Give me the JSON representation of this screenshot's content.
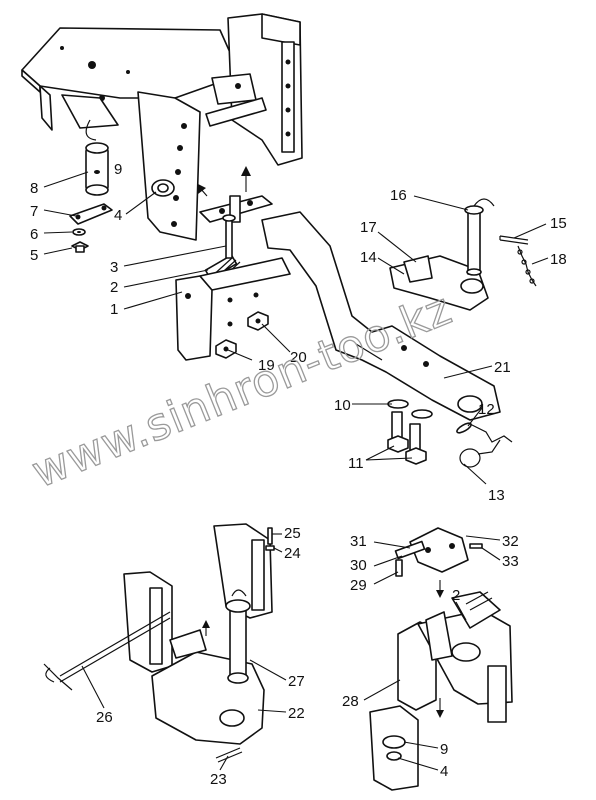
{
  "watermark": "www.sinhron-too.kz",
  "corner_mark": "",
  "callouts": [
    "1",
    "2",
    "3",
    "4",
    "5",
    "6",
    "7",
    "8",
    "9",
    "10",
    "11",
    "12",
    "13",
    "14",
    "15",
    "16",
    "17",
    "18",
    "19",
    "20",
    "21",
    "9",
    "4",
    "2",
    "23",
    "24",
    "25",
    "26",
    "27",
    "28",
    "22",
    "29",
    "30",
    "31",
    "32",
    "33"
  ],
  "colors": {
    "line": "#111111",
    "paper": "#ffffff",
    "watermark": "#9a9a9a"
  }
}
